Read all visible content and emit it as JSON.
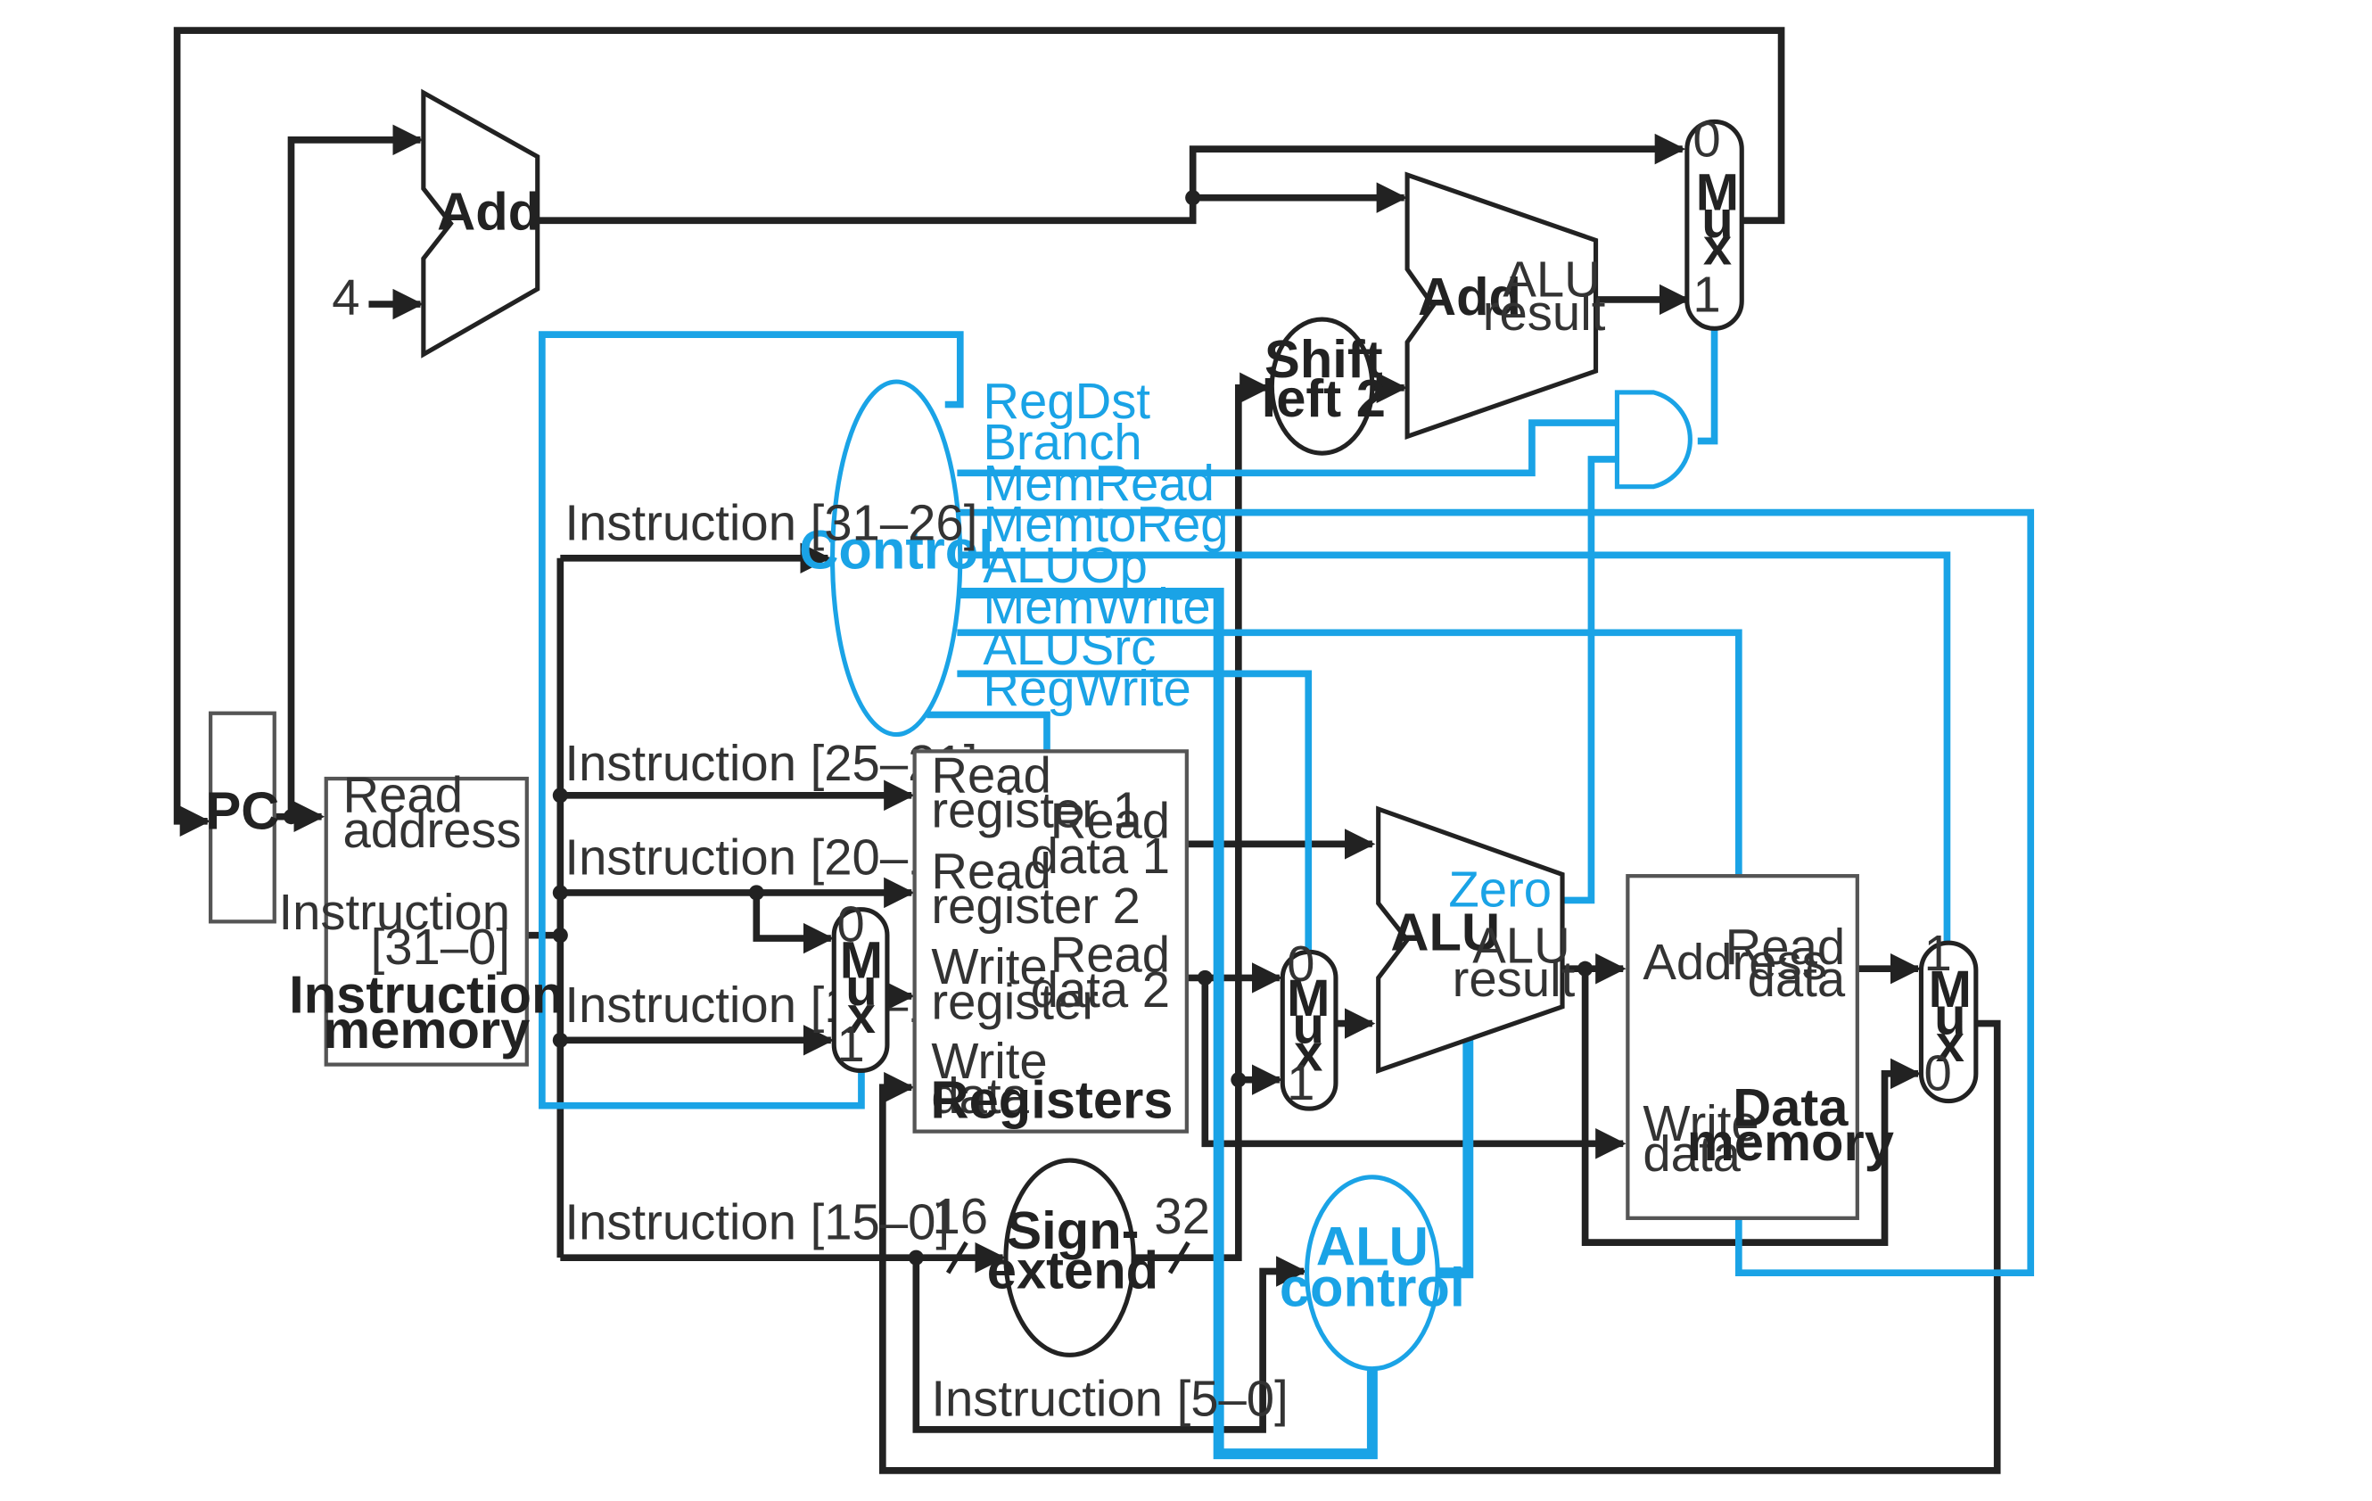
{
  "units": {
    "pc": "PC",
    "pc_add": "Add",
    "const_four": "4",
    "branch_add": "Add",
    "branch_add_result": [
      "ALU",
      "result"
    ],
    "shift_left": [
      "Shift",
      "left 2"
    ],
    "control": "Control",
    "sign_extend": [
      "Sign-",
      "extend"
    ],
    "alu": "ALU",
    "alu_result": [
      "ALU",
      "result"
    ],
    "alu_zero": "Zero",
    "alu_control": [
      "ALU",
      "control"
    ],
    "mux_word": [
      "M",
      "u",
      "x"
    ]
  },
  "instruction_memory": {
    "read_address": [
      "Read",
      "address"
    ],
    "instruction_out": [
      "Instruction",
      "[31–0]"
    ],
    "title": [
      "Instruction",
      "memory"
    ]
  },
  "registers": {
    "read_register_1": [
      "Read",
      "register 1"
    ],
    "read_register_2": [
      "Read",
      "register 2"
    ],
    "write_register": [
      "Write",
      "register"
    ],
    "write_data": [
      "Write",
      "data"
    ],
    "read_data_1": [
      "Read",
      "data 1"
    ],
    "read_data_2": [
      "Read",
      "data 2"
    ],
    "title": "Registers"
  },
  "data_memory": {
    "address": "Address",
    "read_data": [
      "Read",
      "data"
    ],
    "write_data": [
      "Write",
      "data"
    ],
    "title": [
      "Data",
      "memory"
    ]
  },
  "control_signals": [
    "RegDst",
    "Branch",
    "MemRead",
    "MemtoReg",
    "ALUOp",
    "MemWrite",
    "ALUSrc",
    "RegWrite"
  ],
  "instruction_fields": {
    "f31_26": "Instruction [31–26]",
    "f25_21": "Instruction [25–21]",
    "f20_16": "Instruction [20–16]",
    "f15_11": "Instruction [15–11]",
    "f15_0": "Instruction [15–0]",
    "f5_0": "Instruction [5–0]"
  },
  "bus_widths": {
    "in": "16",
    "out": "32"
  },
  "mux_inputs": {
    "pc_mux": [
      "0",
      "1"
    ],
    "reg_dst_mux": [
      "0",
      "1"
    ],
    "alu_src_mux": [
      "0",
      "1"
    ],
    "mem_to_reg_mux": [
      "1",
      "0"
    ]
  },
  "colors": {
    "control": "#1aa3e6",
    "datapath": "#222222"
  }
}
